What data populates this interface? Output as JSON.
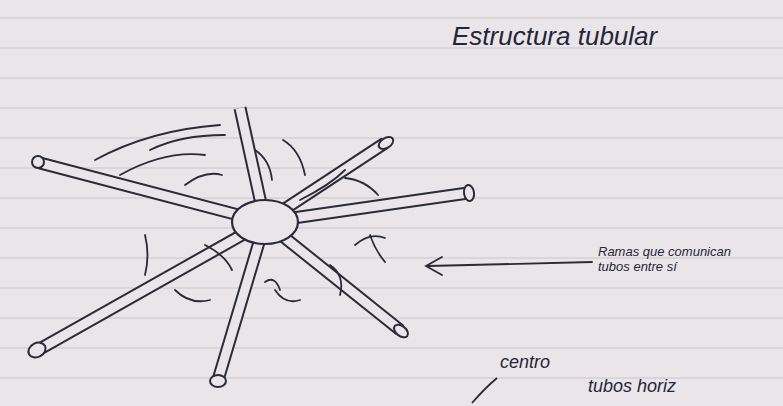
{
  "diagram": {
    "title": "Estructura tubular",
    "labels": [
      "Ramas que comunican tubos entre sí",
      "centro",
      "tubos horiz"
    ]
  }
}
